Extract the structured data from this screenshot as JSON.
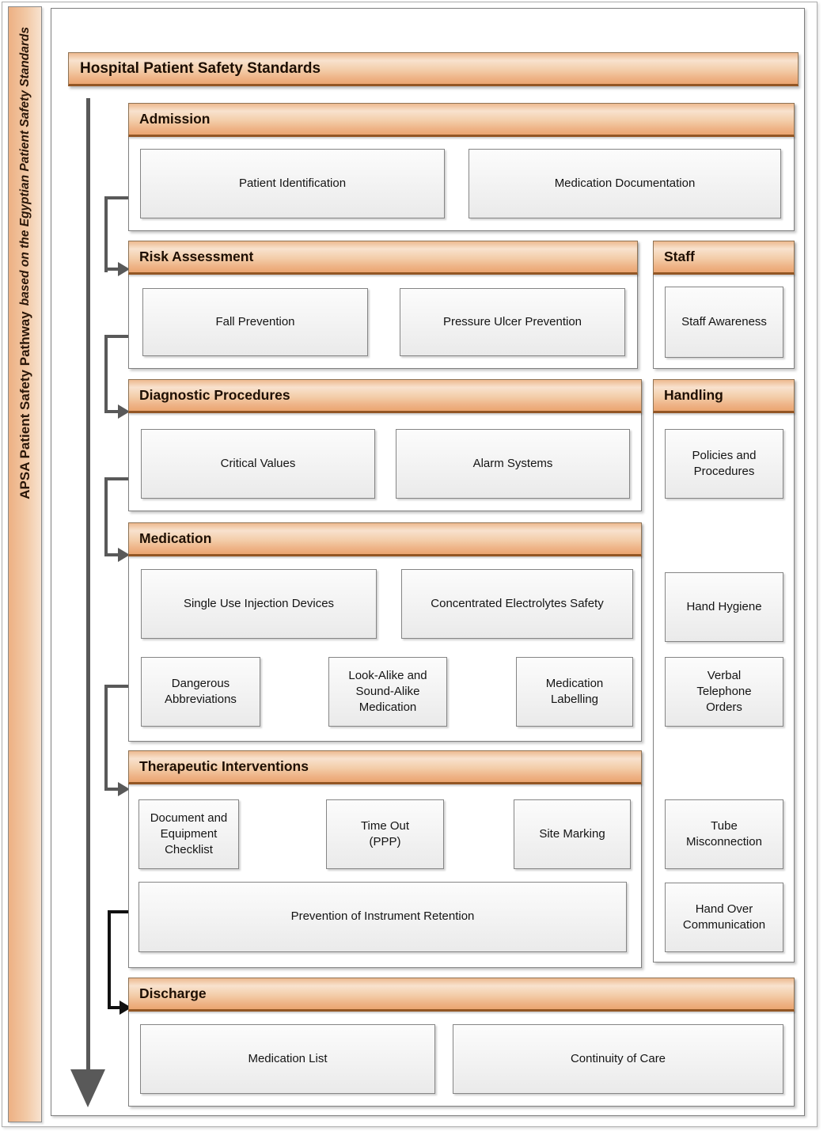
{
  "banner": {
    "title": "Hospital Patient Safety Standards"
  },
  "sidebar": {
    "title": "APSA Patient Safety Pathway",
    "subtitle": "based on the Egyptian Patient Safety Standards"
  },
  "sections": {
    "admission": {
      "title": "Admission",
      "items": [
        "Patient Identification",
        "Medication Documentation"
      ]
    },
    "risk_assessment": {
      "title": "Risk Assessment",
      "items": [
        "Fall Prevention",
        "Pressure Ulcer Prevention"
      ]
    },
    "staff": {
      "title": "Staff",
      "items": [
        "Staff Awareness"
      ]
    },
    "diagnostic_procedures": {
      "title": "Diagnostic Procedures",
      "items": [
        "Critical Values",
        "Alarm Systems"
      ]
    },
    "handling": {
      "title": "Handling",
      "items": [
        "Policies and Procedures",
        "Hand Hygiene",
        "Verbal Telephone Orders",
        "Tube Misconnection",
        "Hand Over Communication"
      ]
    },
    "medication": {
      "title": "Medication",
      "row1": [
        "Single Use Injection Devices",
        "Concentrated Electrolytes Safety"
      ],
      "row2": [
        "Dangerous Abbreviations",
        "Look-Alike and Sound-Alike Medication",
        "Medication Labelling"
      ]
    },
    "therapeutic_interventions": {
      "title": "Therapeutic Interventions",
      "row1": [
        "Document and Equipment Checklist",
        "Time Out (PPP)",
        "Site Marking"
      ],
      "row2": [
        "Prevention of Instrument Retention"
      ]
    },
    "discharge": {
      "title": "Discharge",
      "items": [
        "Medication List",
        "Continuity of Care"
      ]
    }
  },
  "colors": {
    "header_gradient_top": "#f8e2ce",
    "header_gradient_bottom": "#eba671",
    "header_border_bottom": "#935624",
    "strip_orange": "#edb083",
    "connector_gray": "#595959",
    "connector_black": "#111111"
  }
}
